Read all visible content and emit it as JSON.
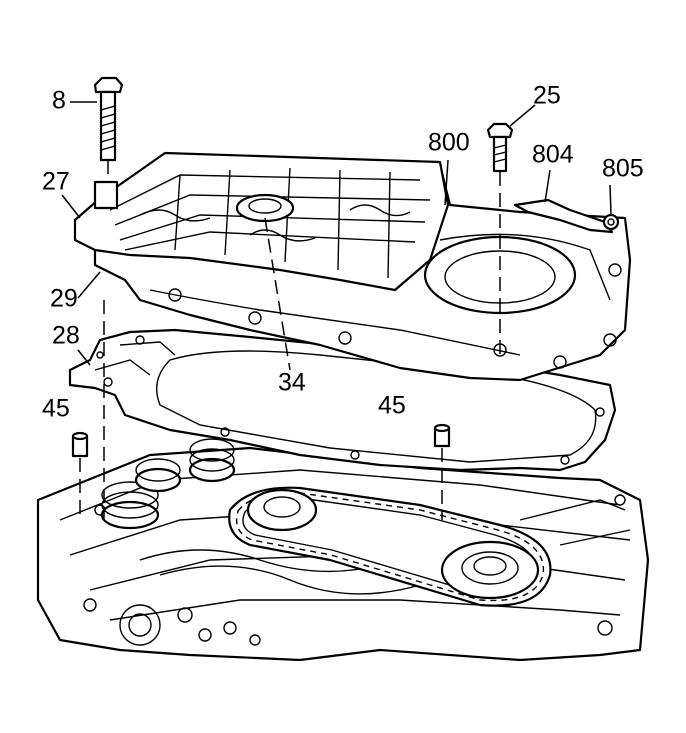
{
  "diagram": {
    "callouts": [
      {
        "id": "c8",
        "text": "8"
      },
      {
        "id": "c25",
        "text": "25"
      },
      {
        "id": "c800",
        "text": "800"
      },
      {
        "id": "c804",
        "text": "804"
      },
      {
        "id": "c805",
        "text": "805"
      },
      {
        "id": "c27",
        "text": "27"
      },
      {
        "id": "c29",
        "text": "29"
      },
      {
        "id": "c28",
        "text": "28"
      },
      {
        "id": "c34",
        "text": "34"
      },
      {
        "id": "c45a",
        "text": "45"
      },
      {
        "id": "c45b",
        "text": "45"
      }
    ]
  }
}
